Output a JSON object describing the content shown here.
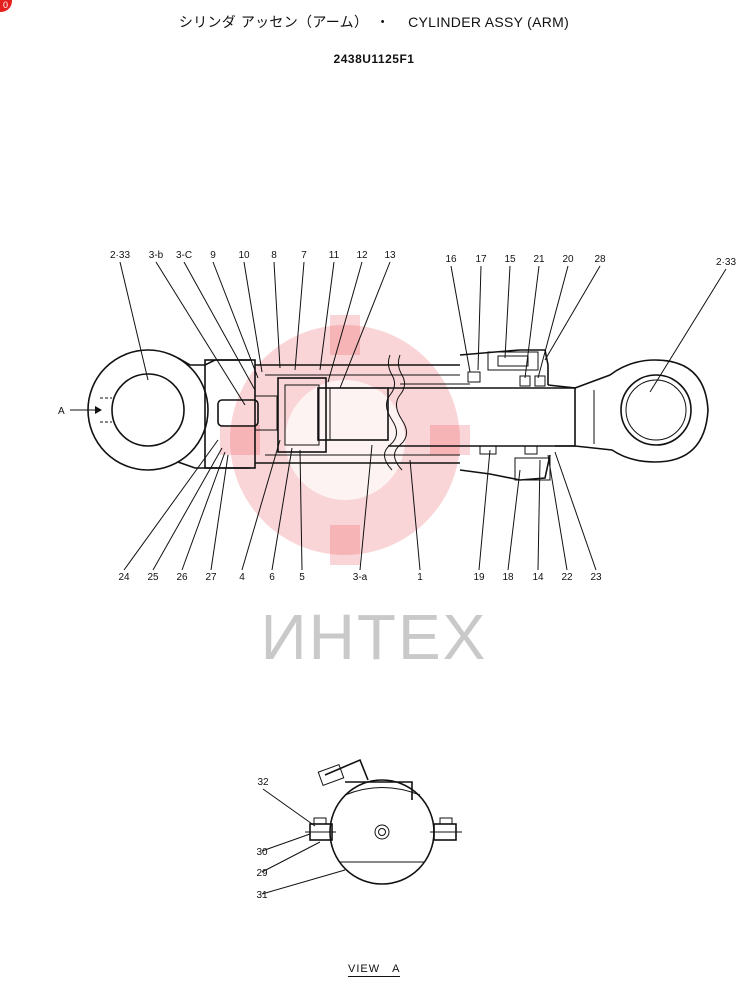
{
  "header": {
    "title_jp": "シリンダ アッセン（アーム）　・",
    "title_en": "CYLINDER ASSY (ARM)",
    "part_number": "2438U1125F1"
  },
  "corner_badge": "0",
  "watermark": "ИНТЕХ",
  "view_label": "VIEW　A",
  "arrow_label": "A",
  "callouts_top": [
    "2·33",
    "3-b",
    "3-C",
    "9",
    "10",
    "8",
    "7",
    "11",
    "12",
    "13",
    "16",
    "17",
    "15",
    "21",
    "20",
    "28",
    "2·33"
  ],
  "callouts_bottom": [
    "24",
    "25",
    "26",
    "27",
    "4",
    "6",
    "5",
    "3-a",
    "1",
    "19",
    "18",
    "14",
    "22",
    "23"
  ],
  "callouts_view": [
    "32",
    "30",
    "29",
    "31"
  ]
}
